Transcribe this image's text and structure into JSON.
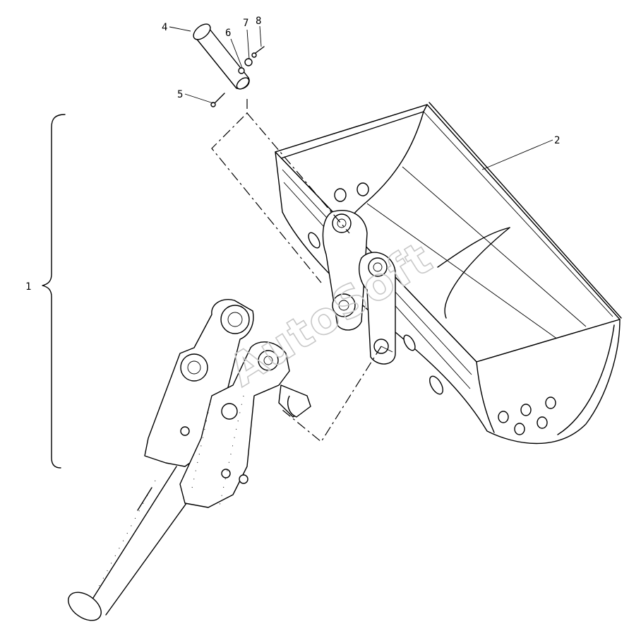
{
  "callouts": [
    {
      "id": "1",
      "label": "1"
    },
    {
      "id": "2",
      "label": "2"
    },
    {
      "id": "4",
      "label": "4"
    },
    {
      "id": "5",
      "label": "5"
    },
    {
      "id": "6",
      "label": "6"
    },
    {
      "id": "7",
      "label": "7"
    },
    {
      "id": "8",
      "label": "8"
    }
  ],
  "watermark": "AutoSoft",
  "colors": {
    "line": "#000000",
    "background": "#ffffff",
    "watermark": "#c8c8c8"
  }
}
